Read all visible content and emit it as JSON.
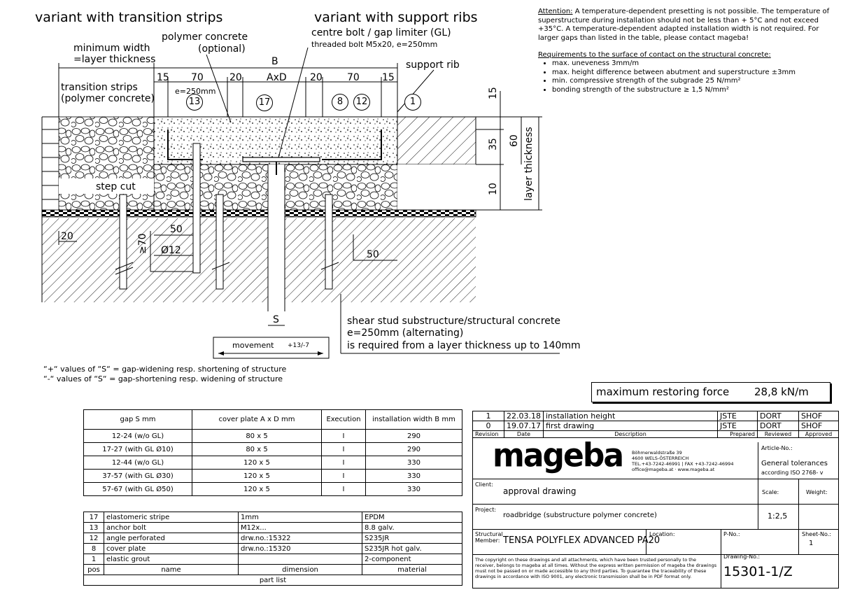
{
  "titles": {
    "left": "variant with transition strips",
    "right": "variant with support ribs"
  },
  "labels": {
    "polymer_concrete": "polymer concrete",
    "optional": "(optional)",
    "centre_bolt": "centre bolt / gap limiter (GL)",
    "threaded_bolt": "threaded bolt M5x20, e=250mm",
    "minimum_width": "minimum width",
    "layer_thickness_eq": "=layer thickness",
    "transition_strips": "transition strips",
    "polymer_concrete_paren": "(polymer concrete)",
    "support_rib": "support rib",
    "e250": "e=250mm",
    "step_cut": "step cut",
    "layer_thickness": "layer thickness",
    "movement": "movement",
    "movement_value": "+13/-7",
    "s_label": "S",
    "b_label": "B"
  },
  "dims": {
    "d15a": "15",
    "d70a": "70",
    "d20a": "20",
    "axd": "AxD",
    "d20b": "20",
    "d70b": "70",
    "d15b": "15",
    "v15": "15",
    "v35": "35",
    "v60": "60",
    "v10": "10",
    "d20": "20",
    "d50a": "50",
    "d270": "≥70",
    "d12": "Ø12",
    "d50b": "50"
  },
  "callouts": [
    "13",
    "17",
    "8",
    "12",
    "1"
  ],
  "shear_stud": {
    "line1": "shear stud substructure/structural concrete",
    "line2": "e=250mm (alternating)",
    "line3": "is required from a layer thickness up to 140mm"
  },
  "notes": {
    "plus": "“+“ values of “S“ = gap-widening resp. shortening of structure",
    "minus": "“-“ values of “S“ = gap-shortening resp. widening of structure"
  },
  "attention": {
    "head": "Attention:",
    "text": " A temperature-dependent presetting is not possible. The temperature of superstructure during installation should not be less than + 5°C and not exceed +35°C. A temperature-dependent adapted installation width is not required. For larger gaps than listed in the table, please contact mageba!",
    "req_head": "Requirements to the surface of contact on the structural concrete:",
    "req": [
      "max. uneveness 3mm/m",
      "max. height difference between abutment and superstructure ±3mm",
      "min. compressive strength of the subgrade 25 N/mm²",
      "bonding strength of the substructure ≥ 1,5 N/mm²"
    ]
  },
  "restoring": {
    "label": "maximum restoring force",
    "value": "28,8 kN/m"
  },
  "gap_table": {
    "headers": [
      "gap S mm",
      "cover plate A x D mm",
      "Execution",
      "installation width B mm"
    ],
    "rows": [
      [
        "12-24 (w/o GL)",
        "80 x 5",
        "I",
        "290"
      ],
      [
        "17-27 (with GL Ø10)",
        "80 x 5",
        "I",
        "290"
      ],
      [
        "12-44 (w/o GL)",
        "120 x 5",
        "I",
        "330"
      ],
      [
        "37-57 (with GL Ø30)",
        "120 x 5",
        "I",
        "330"
      ],
      [
        "57-67 (with GL Ø50)",
        "120 x 5",
        "I",
        "330"
      ]
    ]
  },
  "parts": {
    "rows": [
      [
        "17",
        "elastomeric stripe",
        "1mm",
        "EPDM"
      ],
      [
        "13",
        "anchor bolt",
        "M12x...",
        "8.8 galv."
      ],
      [
        "12",
        "angle perforated",
        "drw.no.:15322",
        "S235JR"
      ],
      [
        "8",
        "cover plate",
        "drw.no.:15320",
        "S235JR hot galv."
      ],
      [
        "1",
        "elastic grout",
        "",
        "2-component"
      ]
    ],
    "headers": [
      "pos",
      "name",
      "dimension",
      "material"
    ],
    "footer": "part list"
  },
  "titleblock": {
    "revisions": [
      [
        "1",
        "22.03.18",
        "installation height",
        "JSTE",
        "DORT",
        "SHOF"
      ],
      [
        "0",
        "19.07.17",
        "first drawing",
        "JSTE",
        "DORT",
        "SHOF"
      ]
    ],
    "rev_headers": [
      "Revision",
      "Date",
      "Description",
      "Prepared",
      "Reviewed",
      "Approved"
    ],
    "logo": "mageba",
    "address": [
      "Böhmerwaldstraße 39",
      "4600 WELS-ÖSTERREICH",
      "TEL.+43-7242-46991 | FAX +43-7242-46994",
      "office@mageba.at · www.mageba.at"
    ],
    "article_no": "Article-No.:",
    "tol_head": "General tolerances",
    "tol_text": "according ISO 2768- v",
    "client_lbl": "Client:",
    "client": "approval drawing",
    "scale_lbl": "Scale:",
    "weight_lbl": "Weight:",
    "project_lbl": "Project:",
    "project": "roadbridge (substructure polymer concrete)",
    "scale": "1:2,5",
    "member_lbl": "Structural Member:",
    "member": "TENSA POLYFLEX ADVANCED PA20",
    "location_lbl": "Location:",
    "pno_lbl": "P-No.:",
    "sheet_lbl": "Sheet-No.:",
    "sheet": "1",
    "copyright": "The copyright on these drawings and all attachments, which have been trusted personally to the receiver, belongs to mageba at all times. Without the express written permission of mageba the drawings must not be passed on or made accessible to any third parties. To guarantee the traceability of these drawings in accordance with ISO 9001, any electronic transmission shall be in PDF format only.",
    "drawing_lbl": "Drawing-No.:",
    "drawing": "15301-1/Z"
  }
}
